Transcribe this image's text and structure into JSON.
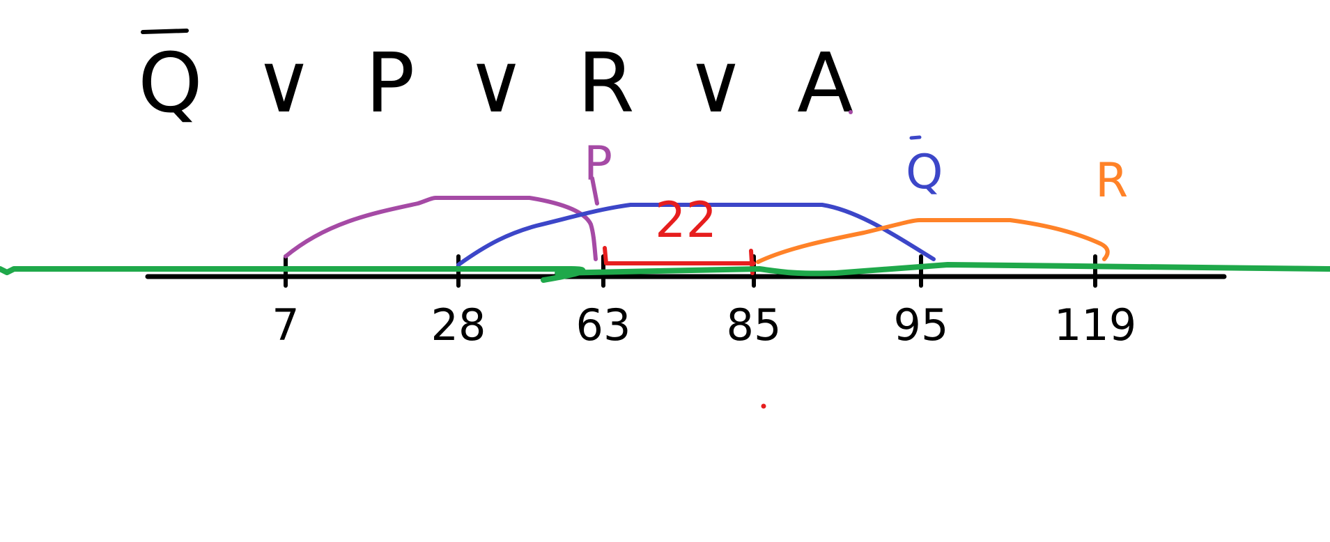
{
  "formula": {
    "text": "Q ∨ P ∨ R ∨ A",
    "negated_symbol": "Q"
  },
  "number_line": {
    "ticks": [
      "7",
      "28",
      "63",
      "85",
      "95",
      "119"
    ]
  },
  "intervals": [
    {
      "label": "P",
      "color": "#a54aa5"
    },
    {
      "label": "Q",
      "color": "#3c46c8",
      "negated": true
    },
    {
      "label": "R",
      "color": "#ff8228"
    }
  ],
  "highlight": {
    "label": "22",
    "color": "#e61e1e"
  },
  "union_color": "#1fa84a"
}
